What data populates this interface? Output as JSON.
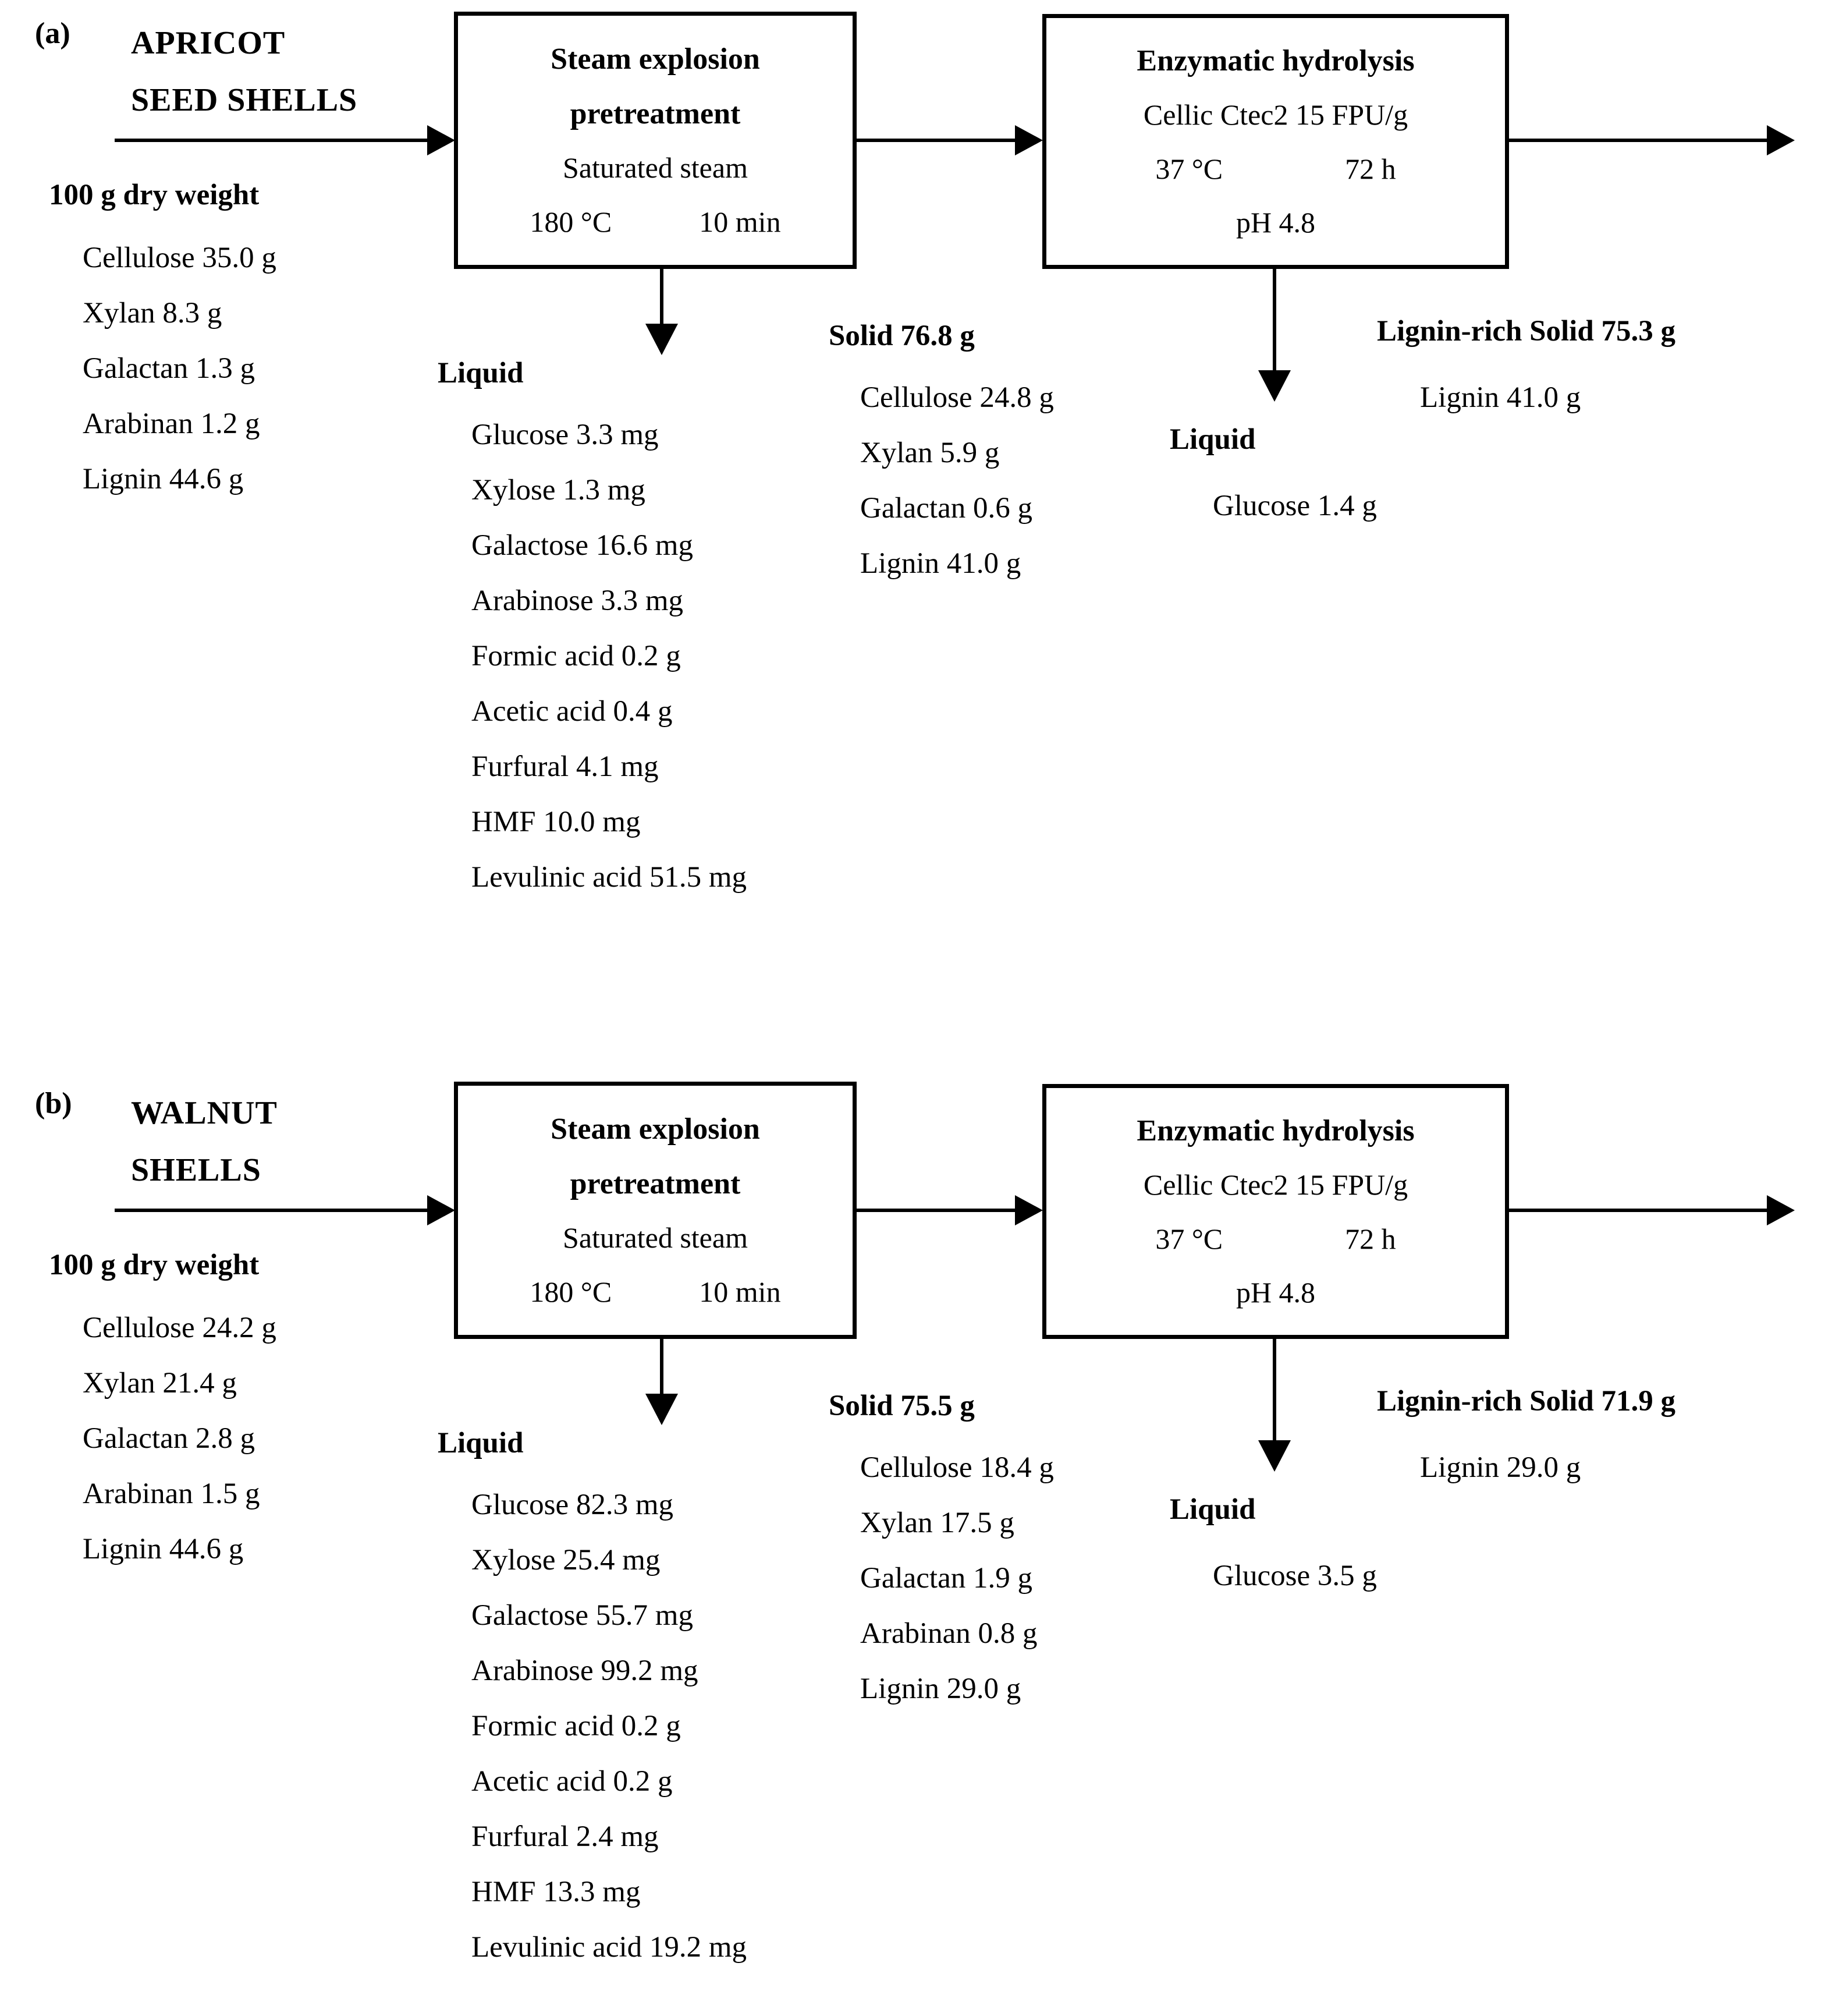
{
  "figure": {
    "description": "Process flow diagram of steam explosion pretreatment and enzymatic hydrolysis"
  },
  "colors": {
    "line": "#000000",
    "text": "#000000",
    "background": "#ffffff"
  },
  "sections": [
    {
      "label": "(a)",
      "source_line1": "APRICOT",
      "source_line2": "SEED SHELLS",
      "feed": {
        "header": "100 g dry weight",
        "items": [
          "Cellulose 35.0 g",
          "Xylan 8.3 g",
          "Galactan 1.3 g",
          "Arabinan 1.2 g",
          "Lignin 44.6 g"
        ]
      },
      "pretreatment_box": {
        "title_line1": "Steam explosion",
        "title_line2": "pretreatment",
        "condition": "Saturated steam",
        "temperature": "180 °C",
        "duration": "10 min"
      },
      "hydrolysis_box": {
        "title": "Enzymatic hydrolysis",
        "enzyme": "Cellic Ctec2 15 FPU/g",
        "temperature": "37 °C",
        "duration": "72 h",
        "ph": "pH 4.8"
      },
      "pretreatment_liquid": {
        "header": "Liquid",
        "items": [
          "Glucose 3.3 mg",
          "Xylose 1.3 mg",
          "Galactose 16.6 mg",
          "Arabinose 3.3 mg",
          "Formic acid 0.2 g",
          "Acetic acid 0.4 g",
          "Furfural 4.1 mg",
          "HMF 10.0 mg",
          "Levulinic acid 51.5 mg"
        ]
      },
      "pretreatment_solid": {
        "header": "Solid 76.8 g",
        "items": [
          "Cellulose 24.8 g",
          "Xylan 5.9 g",
          "Galactan 0.6 g",
          "Lignin 41.0 g"
        ]
      },
      "lignin_rich_solid": {
        "header": "Lignin-rich Solid 75.3 g",
        "item": "Lignin 41.0 g"
      },
      "hydrolysis_liquid": {
        "header": "Liquid",
        "item": "Glucose 1.4 g"
      }
    },
    {
      "label": "(b)",
      "source_line1": "WALNUT",
      "source_line2": "SHELLS",
      "feed": {
        "header": "100 g dry weight",
        "items": [
          "Cellulose 24.2 g",
          "Xylan 21.4 g",
          "Galactan 2.8 g",
          "Arabinan 1.5 g",
          "Lignin 44.6 g"
        ]
      },
      "pretreatment_box": {
        "title_line1": "Steam explosion",
        "title_line2": "pretreatment",
        "condition": "Saturated steam",
        "temperature": "180 °C",
        "duration": "10 min"
      },
      "hydrolysis_box": {
        "title": "Enzymatic hydrolysis",
        "enzyme": "Cellic Ctec2 15 FPU/g",
        "temperature": "37 °C",
        "duration": "72 h",
        "ph": "pH 4.8"
      },
      "pretreatment_liquid": {
        "header": "Liquid",
        "items": [
          "Glucose 82.3 mg",
          "Xylose 25.4 mg",
          "Galactose 55.7 mg",
          "Arabinose 99.2 mg",
          "Formic acid 0.2 g",
          "Acetic acid 0.2 g",
          "Furfural 2.4 mg",
          "HMF 13.3 mg",
          "Levulinic acid 19.2 mg"
        ]
      },
      "pretreatment_solid": {
        "header": "Solid 75.5 g",
        "items": [
          "Cellulose 18.4 g",
          "Xylan 17.5 g",
          "Galactan 1.9 g",
          "Arabinan 0.8 g",
          "Lignin 29.0 g"
        ]
      },
      "lignin_rich_solid": {
        "header": "Lignin-rich Solid 71.9 g",
        "item": "Lignin 29.0 g"
      },
      "hydrolysis_liquid": {
        "header": "Liquid",
        "item": "Glucose 3.5 g"
      }
    }
  ]
}
